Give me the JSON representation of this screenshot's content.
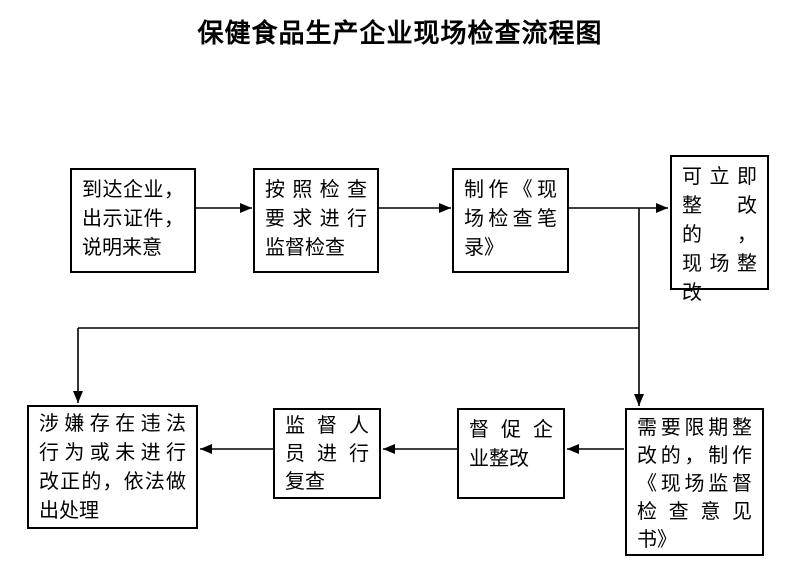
{
  "title": "保健食品生产企业现场检查流程图",
  "colors": {
    "background": "#ffffff",
    "border": "#000000",
    "text": "#000000",
    "connector": "#000000"
  },
  "diagram": {
    "type": "flowchart",
    "nodes": {
      "arrive": {
        "label": "到达企业，出示证件，说明来意",
        "lines": [
          "到达企业，",
          "出示证件，",
          "说明来意"
        ]
      },
      "inspect": {
        "label": "按照检查要求进行监督检查",
        "lines": [
          "按照检查",
          "要求进行",
          "监督检查"
        ]
      },
      "record": {
        "label": "制作《现场检查笔录》",
        "lines": [
          "制作《现",
          "场检查笔",
          "录》"
        ]
      },
      "immediate": {
        "label": "可立即整改的，现场整改",
        "lines": [
          "可立即",
          "整改的，",
          "现场整",
          "改"
        ]
      },
      "deadline": {
        "label": "需要限期整改的，制作《现场监督检查意见书》",
        "lines": [
          "需要限期整",
          "改的，制作",
          "《现场监督",
          "检查意见",
          "书》"
        ]
      },
      "urge": {
        "label": "督促企业整改",
        "lines": [
          "督促企",
          "业整改"
        ]
      },
      "recheck": {
        "label": "监督人员进行复查",
        "lines": [
          "监督人",
          "员进行",
          "复查"
        ]
      },
      "punish": {
        "label": "涉嫌存在违法行为或未进行改正的，依法做出处理",
        "lines": [
          "涉嫌存在违法",
          "行为或未进行",
          "改正的，依法做",
          "出处理"
        ]
      }
    },
    "edges": [
      {
        "from": "arrive",
        "to": "inspect"
      },
      {
        "from": "inspect",
        "to": "record"
      },
      {
        "from": "record",
        "to": "immediate"
      },
      {
        "from": "record",
        "to": "deadline"
      },
      {
        "from": "record",
        "to": "punish"
      },
      {
        "from": "deadline",
        "to": "urge"
      },
      {
        "from": "urge",
        "to": "recheck"
      },
      {
        "from": "recheck",
        "to": "punish"
      }
    ]
  }
}
